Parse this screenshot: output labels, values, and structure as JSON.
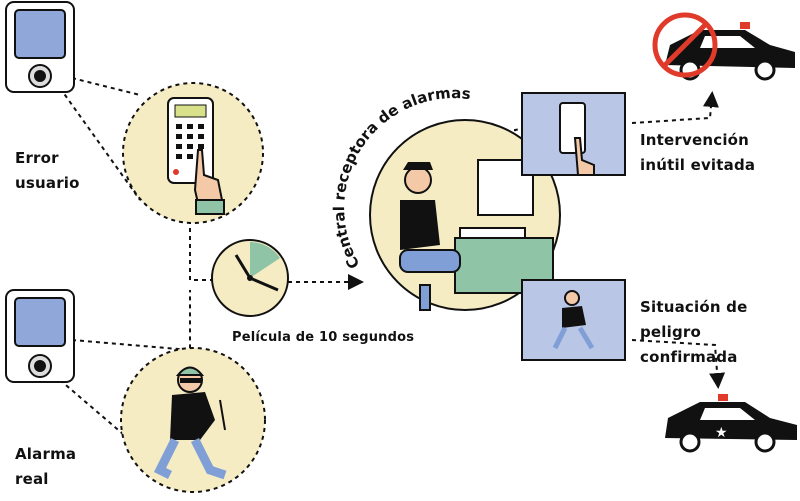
{
  "labels": {
    "error_user": [
      "Error",
      "usuario"
    ],
    "real_alarm": [
      "Alarma",
      "real"
    ],
    "film": "Película de 10 segundos",
    "central": "Central receptora de alarmas",
    "avoided": [
      "Intervención",
      "inútil evitada"
    ],
    "confirmed": [
      "Situación de",
      "peligro confirmada"
    ]
  },
  "colors": {
    "circle_fill": "#f6ecc4",
    "box_fill": "#b9c6e6",
    "screen": "#8fa7d9",
    "desk": "#8fc4a6",
    "no_sign": "#e03a2a",
    "siren": "#e03a2a"
  }
}
